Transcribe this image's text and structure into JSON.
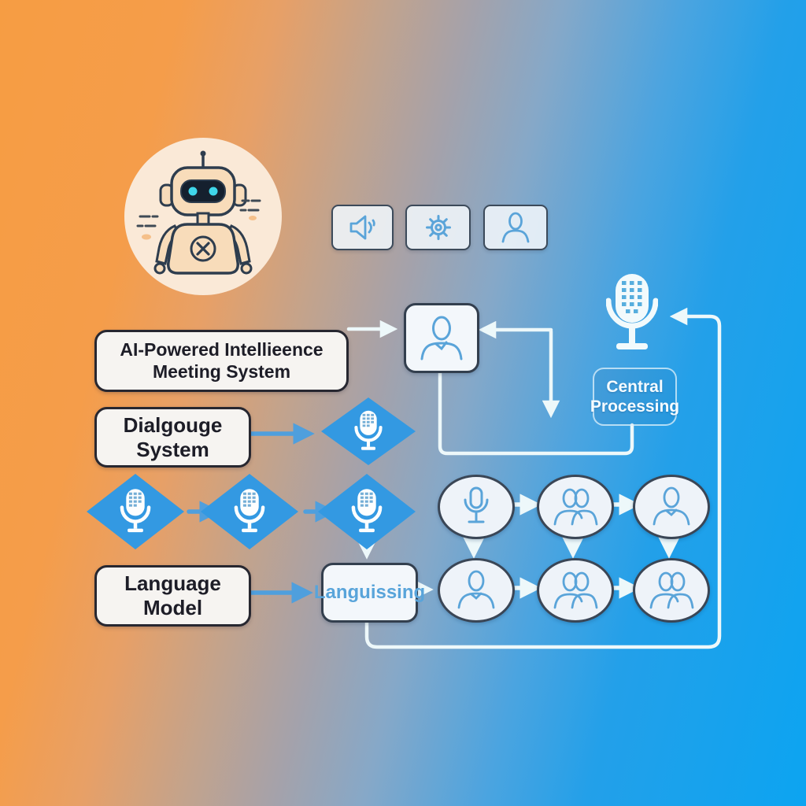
{
  "title": "AI meeting system flow diagram",
  "colors": {
    "gradient_left": "#f69d43",
    "gradient_mid": "#a5a2aa",
    "gradient_right": "#0ca4f1",
    "diamond_blue": "#3399e2",
    "arrow_blue": "#4f9fdd",
    "arrow_white": "#edf8fa",
    "icon_blue": "#5aa4d9",
    "node_fill": "#f3f7fb",
    "node_border": "#333f4e",
    "label_text": "#1d1d27",
    "languissing_text": "#58a4da",
    "robot_badge_bg": "#fae9d7",
    "robot_eye_cyan": "#3fd6ea"
  },
  "labels": {
    "ai_system": {
      "line1": "AI-Powered Intellieence",
      "line2": "Meeting System"
    },
    "dialogue": {
      "line1": "Dialgouge",
      "line2": "System"
    },
    "language": {
      "line1": "Language",
      "line2": "Model"
    },
    "central": {
      "line1": "Central",
      "line2": "Processing"
    },
    "languissing": "Languissing"
  },
  "toolbar": {
    "buttons": [
      {
        "icon": "speaker-icon"
      },
      {
        "icon": "gear-icon"
      },
      {
        "icon": "user-icon"
      }
    ]
  },
  "nodes": {
    "mascot": {
      "icon": "robot-icon"
    },
    "top_person_box": {
      "icon": "user-icon"
    },
    "big_microphone": {
      "icon": "microphone-icon"
    },
    "dialogue_diamond": {
      "icon": "microphone-icon"
    },
    "diamond_row": [
      {
        "icon": "microphone-icon"
      },
      {
        "icon": "microphone-icon"
      },
      {
        "icon": "microphone-icon"
      }
    ],
    "ellipse_row_1": [
      {
        "icon": "microphone-outline-icon"
      },
      {
        "icon": "users-icon"
      },
      {
        "icon": "user-icon"
      }
    ],
    "ellipse_row_2": [
      {
        "icon": "user-icon"
      },
      {
        "icon": "users-icon"
      },
      {
        "icon": "users-icon"
      }
    ]
  }
}
